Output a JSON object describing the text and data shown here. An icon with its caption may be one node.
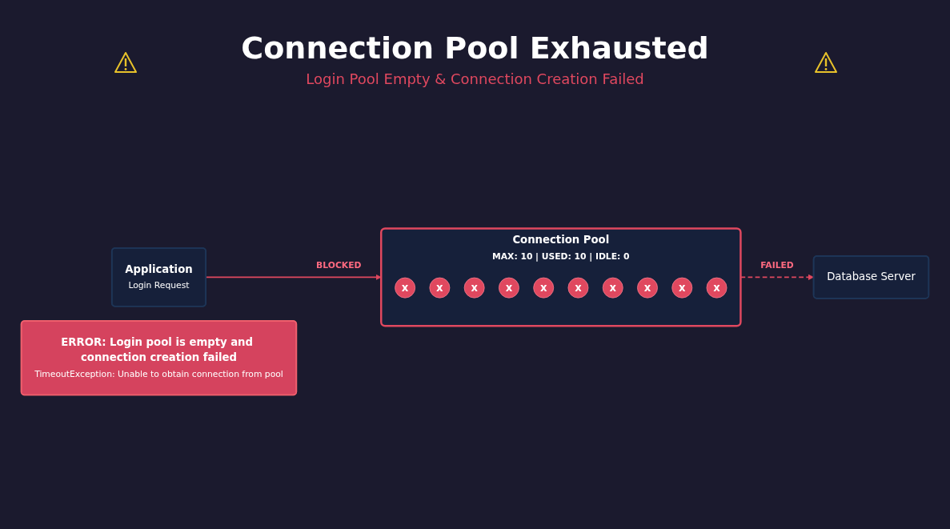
{
  "diagram": {
    "title": "Connection Pool Exhausted",
    "nodes": [
      {
        "text": [
          "Application",
          "Login Request"
        ]
      },
      {
        "text": [
          "Connection Pool",
          "MAX: 10 | USED: 10 | IDLE: 0"
        ]
      },
      {
        "text": [
          "x"
        ],
        "in": 1
      },
      {
        "text": [
          "x"
        ],
        "in": 1
      },
      {
        "text": [
          "x"
        ],
        "in": 1
      },
      {
        "text": [
          "x"
        ],
        "in": 1
      },
      {
        "text": [
          "x"
        ],
        "in": 1
      },
      {
        "text": [
          "x"
        ],
        "in": 1
      },
      {
        "text": [
          "x"
        ],
        "in": 1
      },
      {
        "text": [
          "x"
        ],
        "in": 1
      },
      {
        "text": [
          "x"
        ],
        "in": 1
      },
      {
        "text": [
          "x"
        ],
        "in": 1
      },
      {
        "text": [
          "Database Server"
        ]
      },
      {
        "text": [
          "ERROR: Login pool is empty and connection creation failed",
          "TimeoutException: Unable to obtain connection from pool"
        ]
      }
    ],
    "edges": [
      {
        "from": 0,
        "to": 1,
        "arrow": "to",
        "label": "BLOCKED"
      },
      {
        "from": 1,
        "to": 12,
        "arrow": "to",
        "label": "FAILED",
        "style": "dashed"
      }
    ],
    "labels": [
      "Login Pool Empty & Connection Creation Failed"
    ]
  }
}
